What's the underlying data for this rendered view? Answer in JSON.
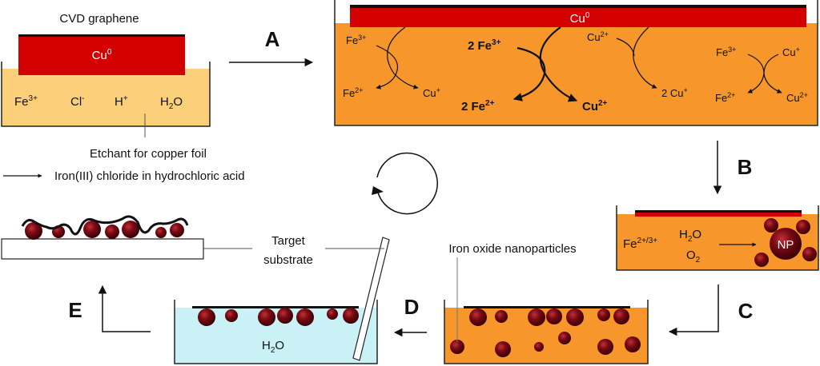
{
  "colors": {
    "etchant_light": "#fcd07a",
    "etchant_orange": "#f7962b",
    "copper_red": "#d20000",
    "graphene_black": "#111111",
    "water_blue": "#c9f1f6",
    "particle": "#7a0a12"
  },
  "panel1": {
    "graphene_label": "CVD graphene",
    "copper_label": "Cu",
    "copper_sup": "0",
    "ions": [
      {
        "base": "Fe",
        "sup": "3+"
      },
      {
        "base": "Cl",
        "sup": "-"
      },
      {
        "base": "H",
        "sup": "+"
      },
      {
        "base": "H",
        "sub": "2",
        "tail": "O"
      }
    ],
    "etchant_caption": "Etchant for copper foil",
    "etchant_detail": "Iron(III) chloride in hydrochloric acid"
  },
  "steps": {
    "A": "A",
    "B": "B",
    "C": "C",
    "D": "D",
    "E": "E"
  },
  "panel2": {
    "copper_label": "Cu",
    "copper_sup": "0",
    "r1": {
      "in": "Fe",
      "in_sup": "3+",
      "out1": "Fe",
      "out1_sup": "2+",
      "out2": "Cu",
      "out2_sup": "+"
    },
    "r2": {
      "in": "2 Fe",
      "in_sup": "3+",
      "out1": "2 Fe",
      "out1_sup": "2+",
      "out2": "Cu",
      "out2_sup": "2+"
    },
    "r3": {
      "in": "Cu",
      "in_sup": "2+",
      "out": "2 Cu",
      "out_sup": "+"
    },
    "r4": {
      "in1": "Fe",
      "in1_sup": "3+",
      "in2": "Cu",
      "in2_sup": "+",
      "out1": "Fe",
      "out1_sup": "2+",
      "out2": "Cu",
      "out2_sup": "2+"
    }
  },
  "panel3": {
    "ion": "Fe",
    "ion_sup": "2+/3+",
    "water": "H",
    "water_sub": "2",
    "water_tail": "O",
    "oxygen": "O",
    "oxygen_sub": "2",
    "np_label": "NP"
  },
  "panel4": {
    "nanoparticles_label": "Iron oxide nanoparticles"
  },
  "panel5": {
    "water": "H",
    "water_sub": "2",
    "water_tail": "O",
    "target_line1": "Target",
    "target_line2": "substrate"
  }
}
